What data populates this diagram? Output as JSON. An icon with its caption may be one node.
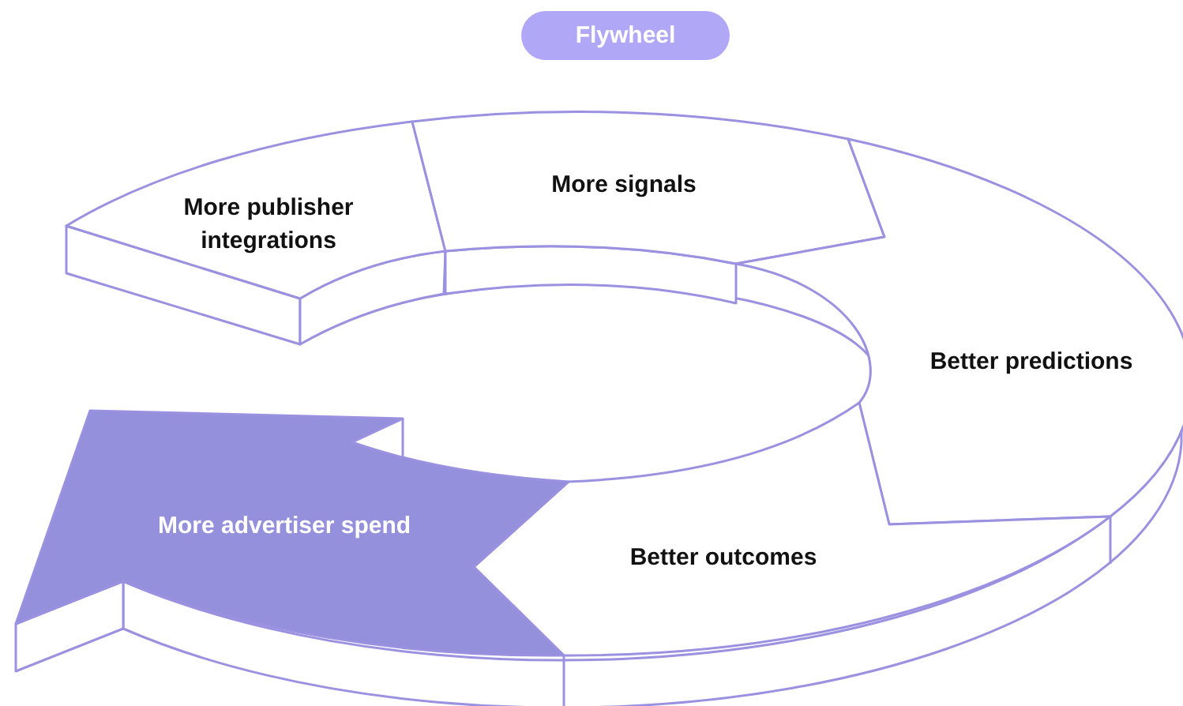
{
  "diagram": {
    "title": "Flywheel",
    "nodes": [
      {
        "text": [
          "More publisher integrations"
        ]
      },
      {
        "text": [
          "More signals"
        ]
      },
      {
        "text": [
          "Better predictions"
        ]
      },
      {
        "text": [
          "Better outcomes"
        ]
      },
      {
        "text": [
          "More advertiser spend"
        ]
      }
    ]
  }
}
